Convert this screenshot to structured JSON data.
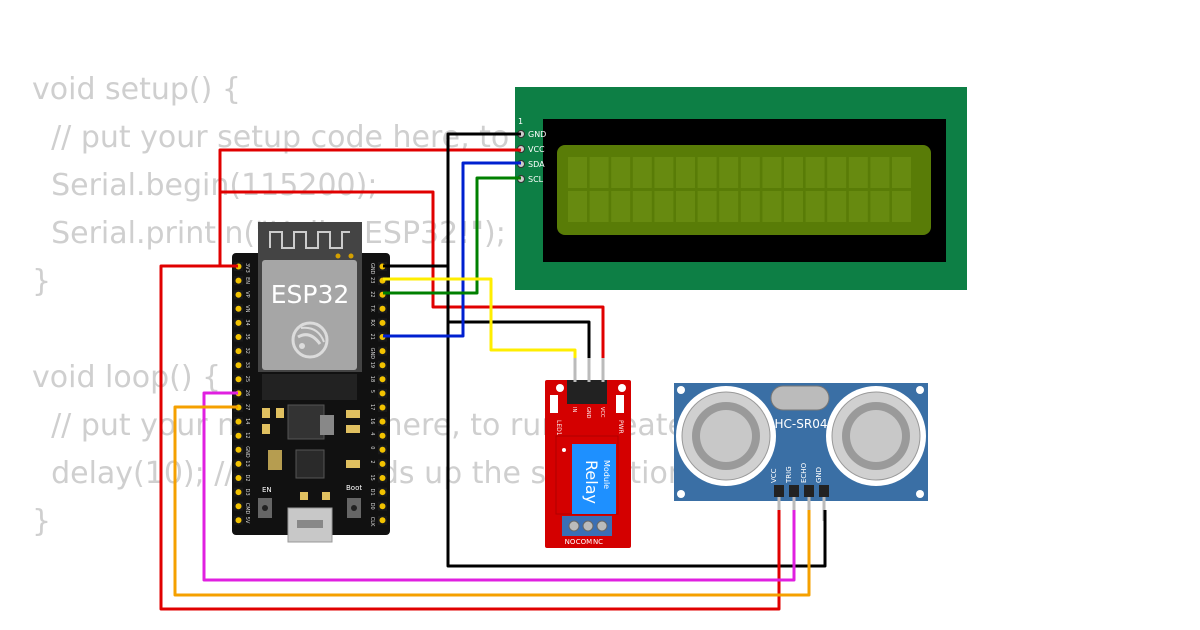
{
  "code_lines": [
    "void setup() {",
    "  // put your setup code here, to run once:",
    "  Serial.begin(115200);",
    "  Serial.println(\"Hello, ESP32!\");",
    "}",
    "",
    "void loop() {",
    "  // put your main code here, to run repeatedly:",
    "  delay(10); // this speeds up the simulation",
    "}"
  ],
  "esp32": {
    "label": "ESP32",
    "en_label": "EN",
    "boot_label": "Boot",
    "left_pins": [
      "3V3",
      "EN",
      "VP",
      "VN",
      "34",
      "35",
      "32",
      "33",
      "25",
      "26",
      "27",
      "14",
      "12",
      "GND",
      "13",
      "D2",
      "D3",
      "CMD",
      "5V"
    ],
    "right_pins": [
      "GND",
      "23",
      "22",
      "TX",
      "RX",
      "21",
      "GND",
      "19",
      "18",
      "5",
      "17",
      "16",
      "4",
      "0",
      "2",
      "15",
      "D1",
      "D0",
      "CLK"
    ]
  },
  "lcd": {
    "pin_number": "1",
    "pins": [
      "GND",
      "VCC",
      "SDA",
      "SCL"
    ],
    "colors": {
      "board": "#0d7f45",
      "bezel": "#000000",
      "screen": "#597c07"
    }
  },
  "relay": {
    "label": "Relay",
    "sublabel": "Module",
    "pins": [
      "IN",
      "GND",
      "VCC"
    ],
    "led1": "LED1",
    "pwr": "PWR",
    "terminals": [
      "NO",
      "COM",
      "NC"
    ],
    "colors": {
      "board": "#d40000",
      "block": "#1e90ff"
    }
  },
  "hcsr04": {
    "label": "HC-SR04",
    "pins": [
      "VCC",
      "TRIG",
      "ECHO",
      "GND"
    ],
    "colors": {
      "board": "#3a6fa5"
    }
  },
  "wire_colors": {
    "red": "#e00000",
    "black": "#000000",
    "blue": "#0020d0",
    "green": "#008000",
    "yellow": "#ffee00",
    "magenta": "#e020e0",
    "orange": "#f5a000"
  }
}
